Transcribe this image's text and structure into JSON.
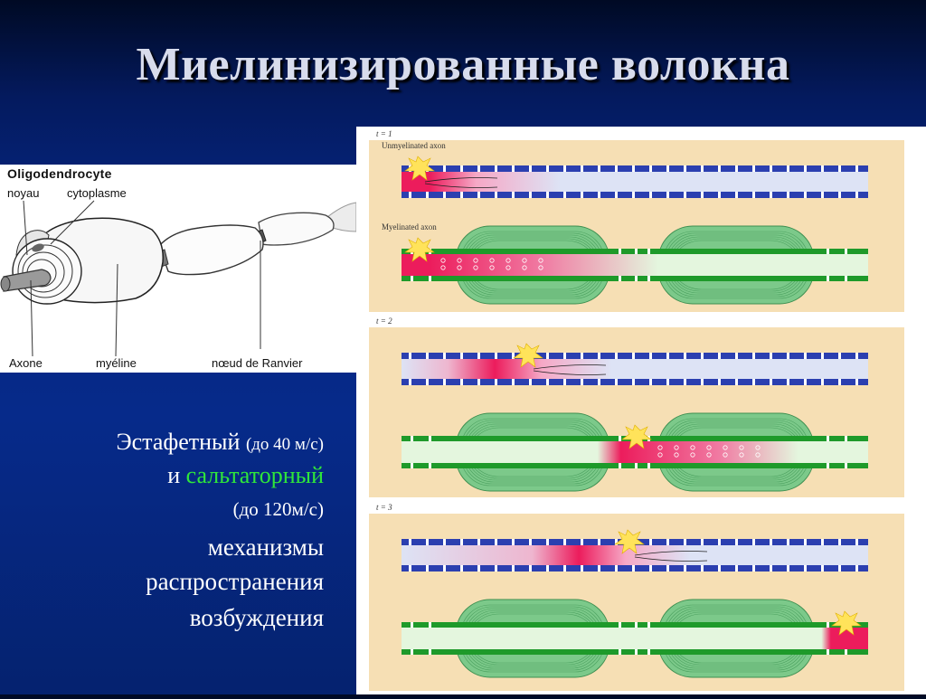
{
  "title": "Миелинизированные волокна",
  "oligo": {
    "heading": "Oligodendrocyte",
    "noyau": "noyau",
    "cytoplasme": "cytoplasme",
    "axone": "Axone",
    "myeline": "myéline",
    "noeud": "nœud de Ranvier"
  },
  "panels": [
    {
      "time": "t = 1",
      "unmyelinated_label": "Unmyelinated axon",
      "myelinated_label": "Myelinated axon"
    },
    {
      "time": "t = 2"
    },
    {
      "time": "t = 3"
    }
  ],
  "caption": {
    "line1_main": "Эстафетный ",
    "line1_small": "(до 40 м/с)",
    "line2_prefix": "и ",
    "line2_green": "сальтаторный",
    "line3": "(до 120м/с)",
    "line4": "механизмы",
    "line5": "распространения",
    "line6": "возбуждения"
  },
  "colors": {
    "background": "#06257e",
    "title_text": "#d8dcec",
    "caption_green": "#2fe63a",
    "panel_beige": "#f6dfb4",
    "membrane_blue": "#2b3fb0",
    "membrane_green": "#1e9a2a",
    "myelin_green": "#7cc98a",
    "impulse_red": "#ec1c5c"
  }
}
